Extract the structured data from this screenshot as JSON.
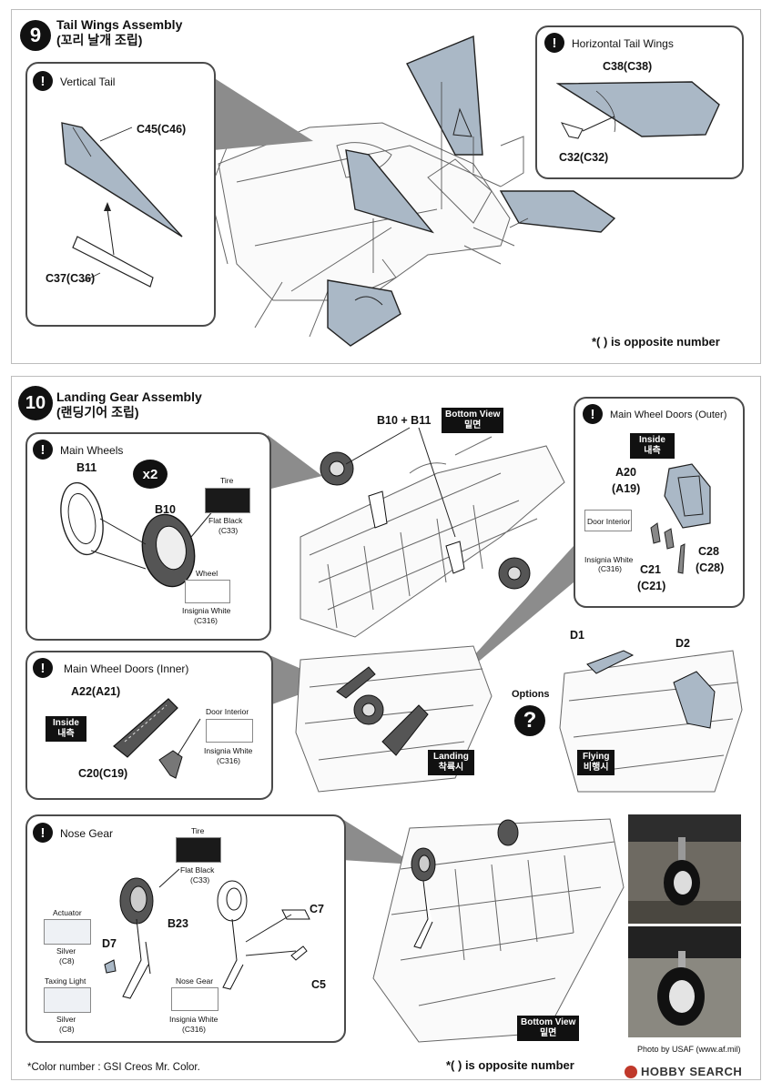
{
  "step9": {
    "number": "9",
    "title": "Tail Wings Assembly",
    "subtitle": "(꼬리 날개 조립)",
    "vertical_tail": {
      "title": "Vertical Tail",
      "part_a": "C45(C46)",
      "part_b": "C37(C36)"
    },
    "horizontal_tail": {
      "title": "Horizontal Tail Wings",
      "part_a": "C38(C38)",
      "part_b": "C32(C32)"
    },
    "note": "*(   ) is opposite number"
  },
  "step10": {
    "number": "10",
    "title": "Landing Gear Assembly",
    "subtitle": "(랜딩기어 조립)",
    "bottom_view_top": {
      "en": "Bottom View",
      "kr": "밑면"
    },
    "b10_b11": "B10 + B11",
    "main_wheels": {
      "title": "Main Wheels",
      "multiplier": "x2",
      "part_b11": "B11",
      "part_b10": "B10",
      "tire": {
        "label": "Tire",
        "color_name": "Flat Black",
        "code": "(C33)",
        "hex": "#1a1a1a"
      },
      "wheel": {
        "label": "Wheel",
        "color_name": "Insignia White",
        "code": "(C316)",
        "hex": "#ffffff"
      }
    },
    "outer_doors": {
      "title": "Main Wheel Doors (Outer)",
      "inside": {
        "en": "Inside",
        "kr": "내측"
      },
      "part_a20": "A20",
      "part_a19": "(A19)",
      "door_interior": {
        "label": "Door Interior",
        "color_name": "Insignia White",
        "code": "(C316)"
      },
      "part_c21": "C21",
      "part_c21b": "(C21)",
      "part_c28": "C28",
      "part_c28b": "(C28)"
    },
    "inner_doors": {
      "title": "Main Wheel Doors (Inner)",
      "part_a22": "A22(A21)",
      "inside": {
        "en": "Inside",
        "kr": "내측"
      },
      "door_interior": {
        "label": "Door Interior",
        "color_name": "Insignia White",
        "code": "(C316)"
      },
      "part_c20": "C20(C19)"
    },
    "landing_badge": {
      "en": "Landing",
      "kr": "착륙시"
    },
    "options": "Options",
    "part_d1": "D1",
    "part_d2": "D2",
    "flying_badge": {
      "en": "Flying",
      "kr": "비행시"
    },
    "nose_gear": {
      "title": "Nose Gear",
      "tire": {
        "label": "Tire",
        "color_name": "Flat Black",
        "code": "(C33)"
      },
      "part_b23": "B23",
      "part_d7": "D7",
      "part_c7": "C7",
      "part_c5": "C5",
      "actuator": {
        "label": "Actuator",
        "color_name": "Silver",
        "code": "(C8)"
      },
      "taxiing_light": {
        "label": "Taxing Light",
        "color_name": "Silver",
        "code": "(C8)"
      },
      "nose_gear_color": {
        "label": "Nose Gear",
        "color_name": "Insignia White",
        "code": "(C316)"
      }
    },
    "bottom_view_bottom": {
      "en": "Bottom View",
      "kr": "밑면"
    },
    "photo_credit": "Photo by USAF (www.af.mil)",
    "note": "*(   ) is opposite number"
  },
  "footer": {
    "color_number": "*Color number : GSI Creos Mr. Color.",
    "watermark": "HOBBY SEARCH"
  }
}
